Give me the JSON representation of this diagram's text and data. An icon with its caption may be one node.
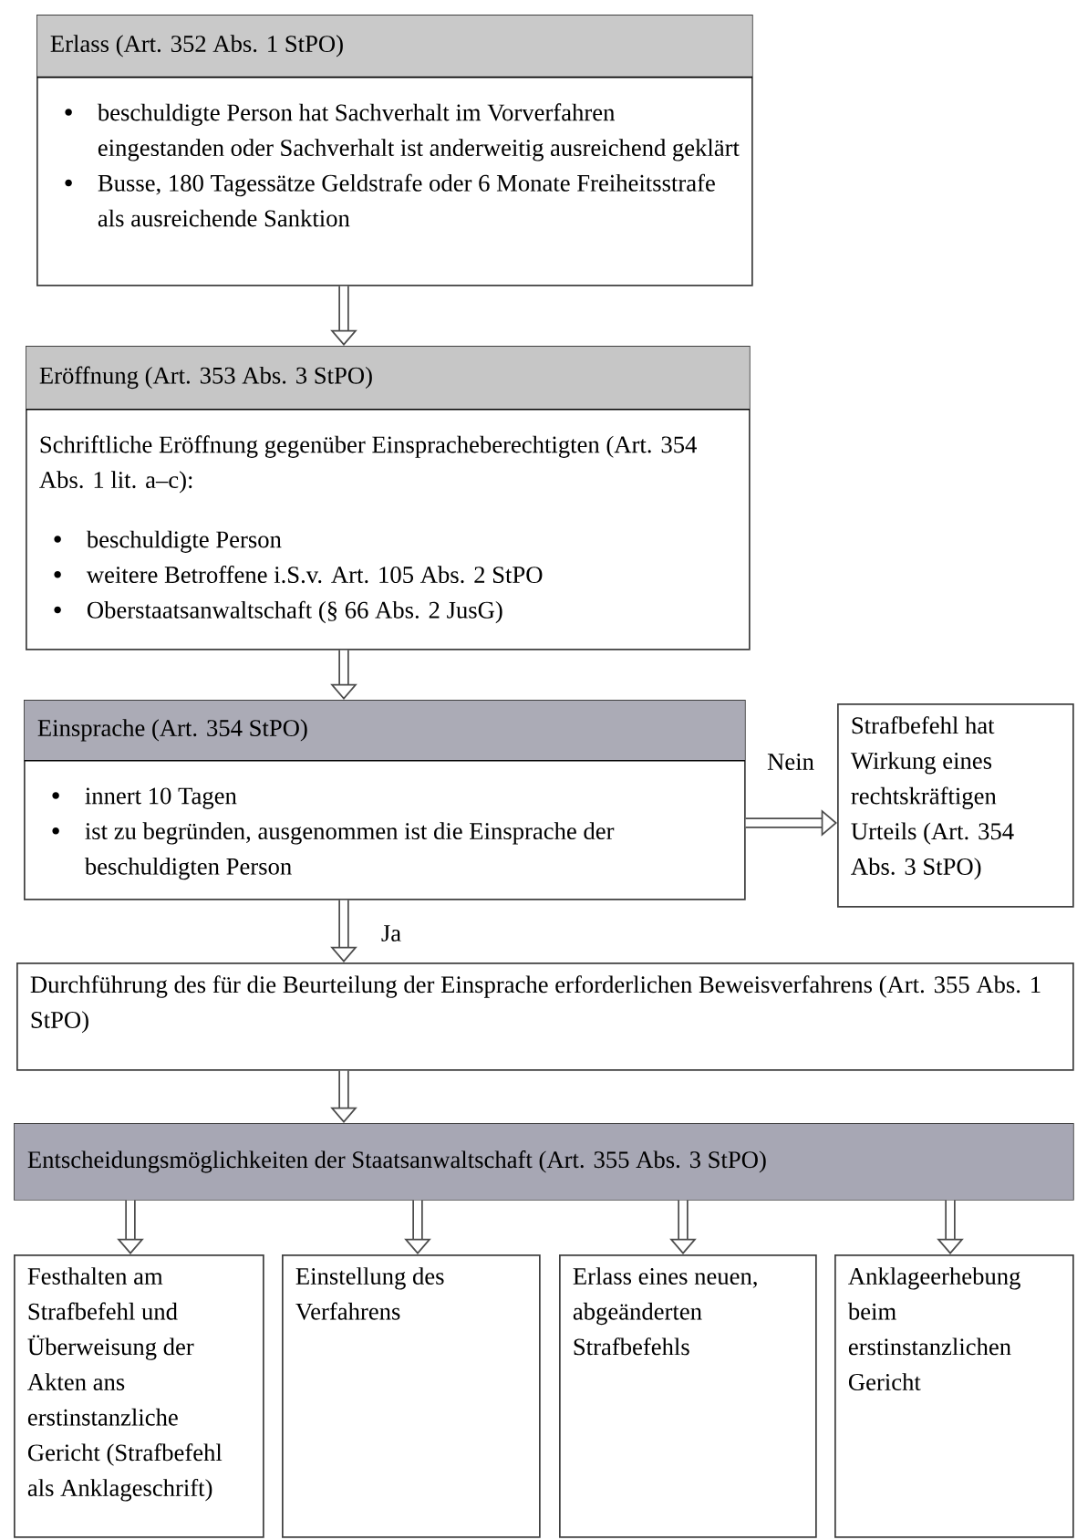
{
  "diagram": {
    "nodes": [
      {
        "text": [
          "Erlass (Art. 352 Abs. 1 StPO)",
          "beschuldigte Person hat Sachverhalt im Vorverfahren eingestanden oder Sachverhalt ist anderweitig ausreichend geklärt",
          "Busse, 180 Tagessätze Geldstrafe oder 6 Monate Freiheitsstrafe als ausreichende Sanktion"
        ]
      },
      {
        "text": [
          "Eröffnung (Art. 353 Abs. 3 StPO)",
          "Schriftliche Eröffnung gegenüber Einspracheberechtigten (Art. 354 Abs. 1 lit. a–c):",
          "beschuldigte Person",
          "weitere Betroffene i.S.v. Art. 105 Abs. 2 StPO",
          "Oberstaatsanwaltschaft (§ 66 Abs. 2 JusG)"
        ]
      },
      {
        "text": [
          "Einsprache (Art. 354 StPO)",
          "innert 10 Tagen",
          "ist zu begründen, ausgenommen ist die Einsprache der beschuldigten Person"
        ]
      },
      {
        "text": [
          "Strafbefehl hat Wirkung eines rechtskräftigen Urteils (Art. 354 Abs. 3 StPO)"
        ]
      },
      {
        "text": [
          "Durchführung des für die Beurteilung der Einsprache erforderlichen Beweisverfahrens (Art. 355 Abs. 1 StPO)"
        ]
      },
      {
        "text": [
          "Entscheidungsmöglichkeiten der Staatsanwaltschaft (Art. 355 Abs. 3 StPO)"
        ]
      },
      {
        "text": [
          "Festhalten am Strafbefehl und Überweisung der Akten ans erstinstanzliche Gericht (Strafbefehl als Anklageschrift)"
        ]
      },
      {
        "text": [
          "Einstellung des Verfahrens"
        ]
      },
      {
        "text": [
          "Erlass eines neuen, abgeänderten Strafbefehls"
        ]
      },
      {
        "text": [
          "Anklageerhebung beim erstinstanzlichen Gericht"
        ]
      }
    ],
    "edges": [
      {
        "from": 0,
        "to": 1,
        "arrow": "to"
      },
      {
        "from": 1,
        "to": 2,
        "arrow": "to"
      },
      {
        "from": 2,
        "to": 3,
        "arrow": "to",
        "label": "Nein"
      },
      {
        "from": 2,
        "to": 4,
        "arrow": "to",
        "label": "Ja"
      },
      {
        "from": 4,
        "to": 5,
        "arrow": "to"
      },
      {
        "from": 5,
        "to": 6,
        "arrow": "to"
      },
      {
        "from": 5,
        "to": 7,
        "arrow": "to"
      },
      {
        "from": 5,
        "to": 8,
        "arrow": "to"
      },
      {
        "from": 5,
        "to": 9,
        "arrow": "to"
      }
    ]
  }
}
